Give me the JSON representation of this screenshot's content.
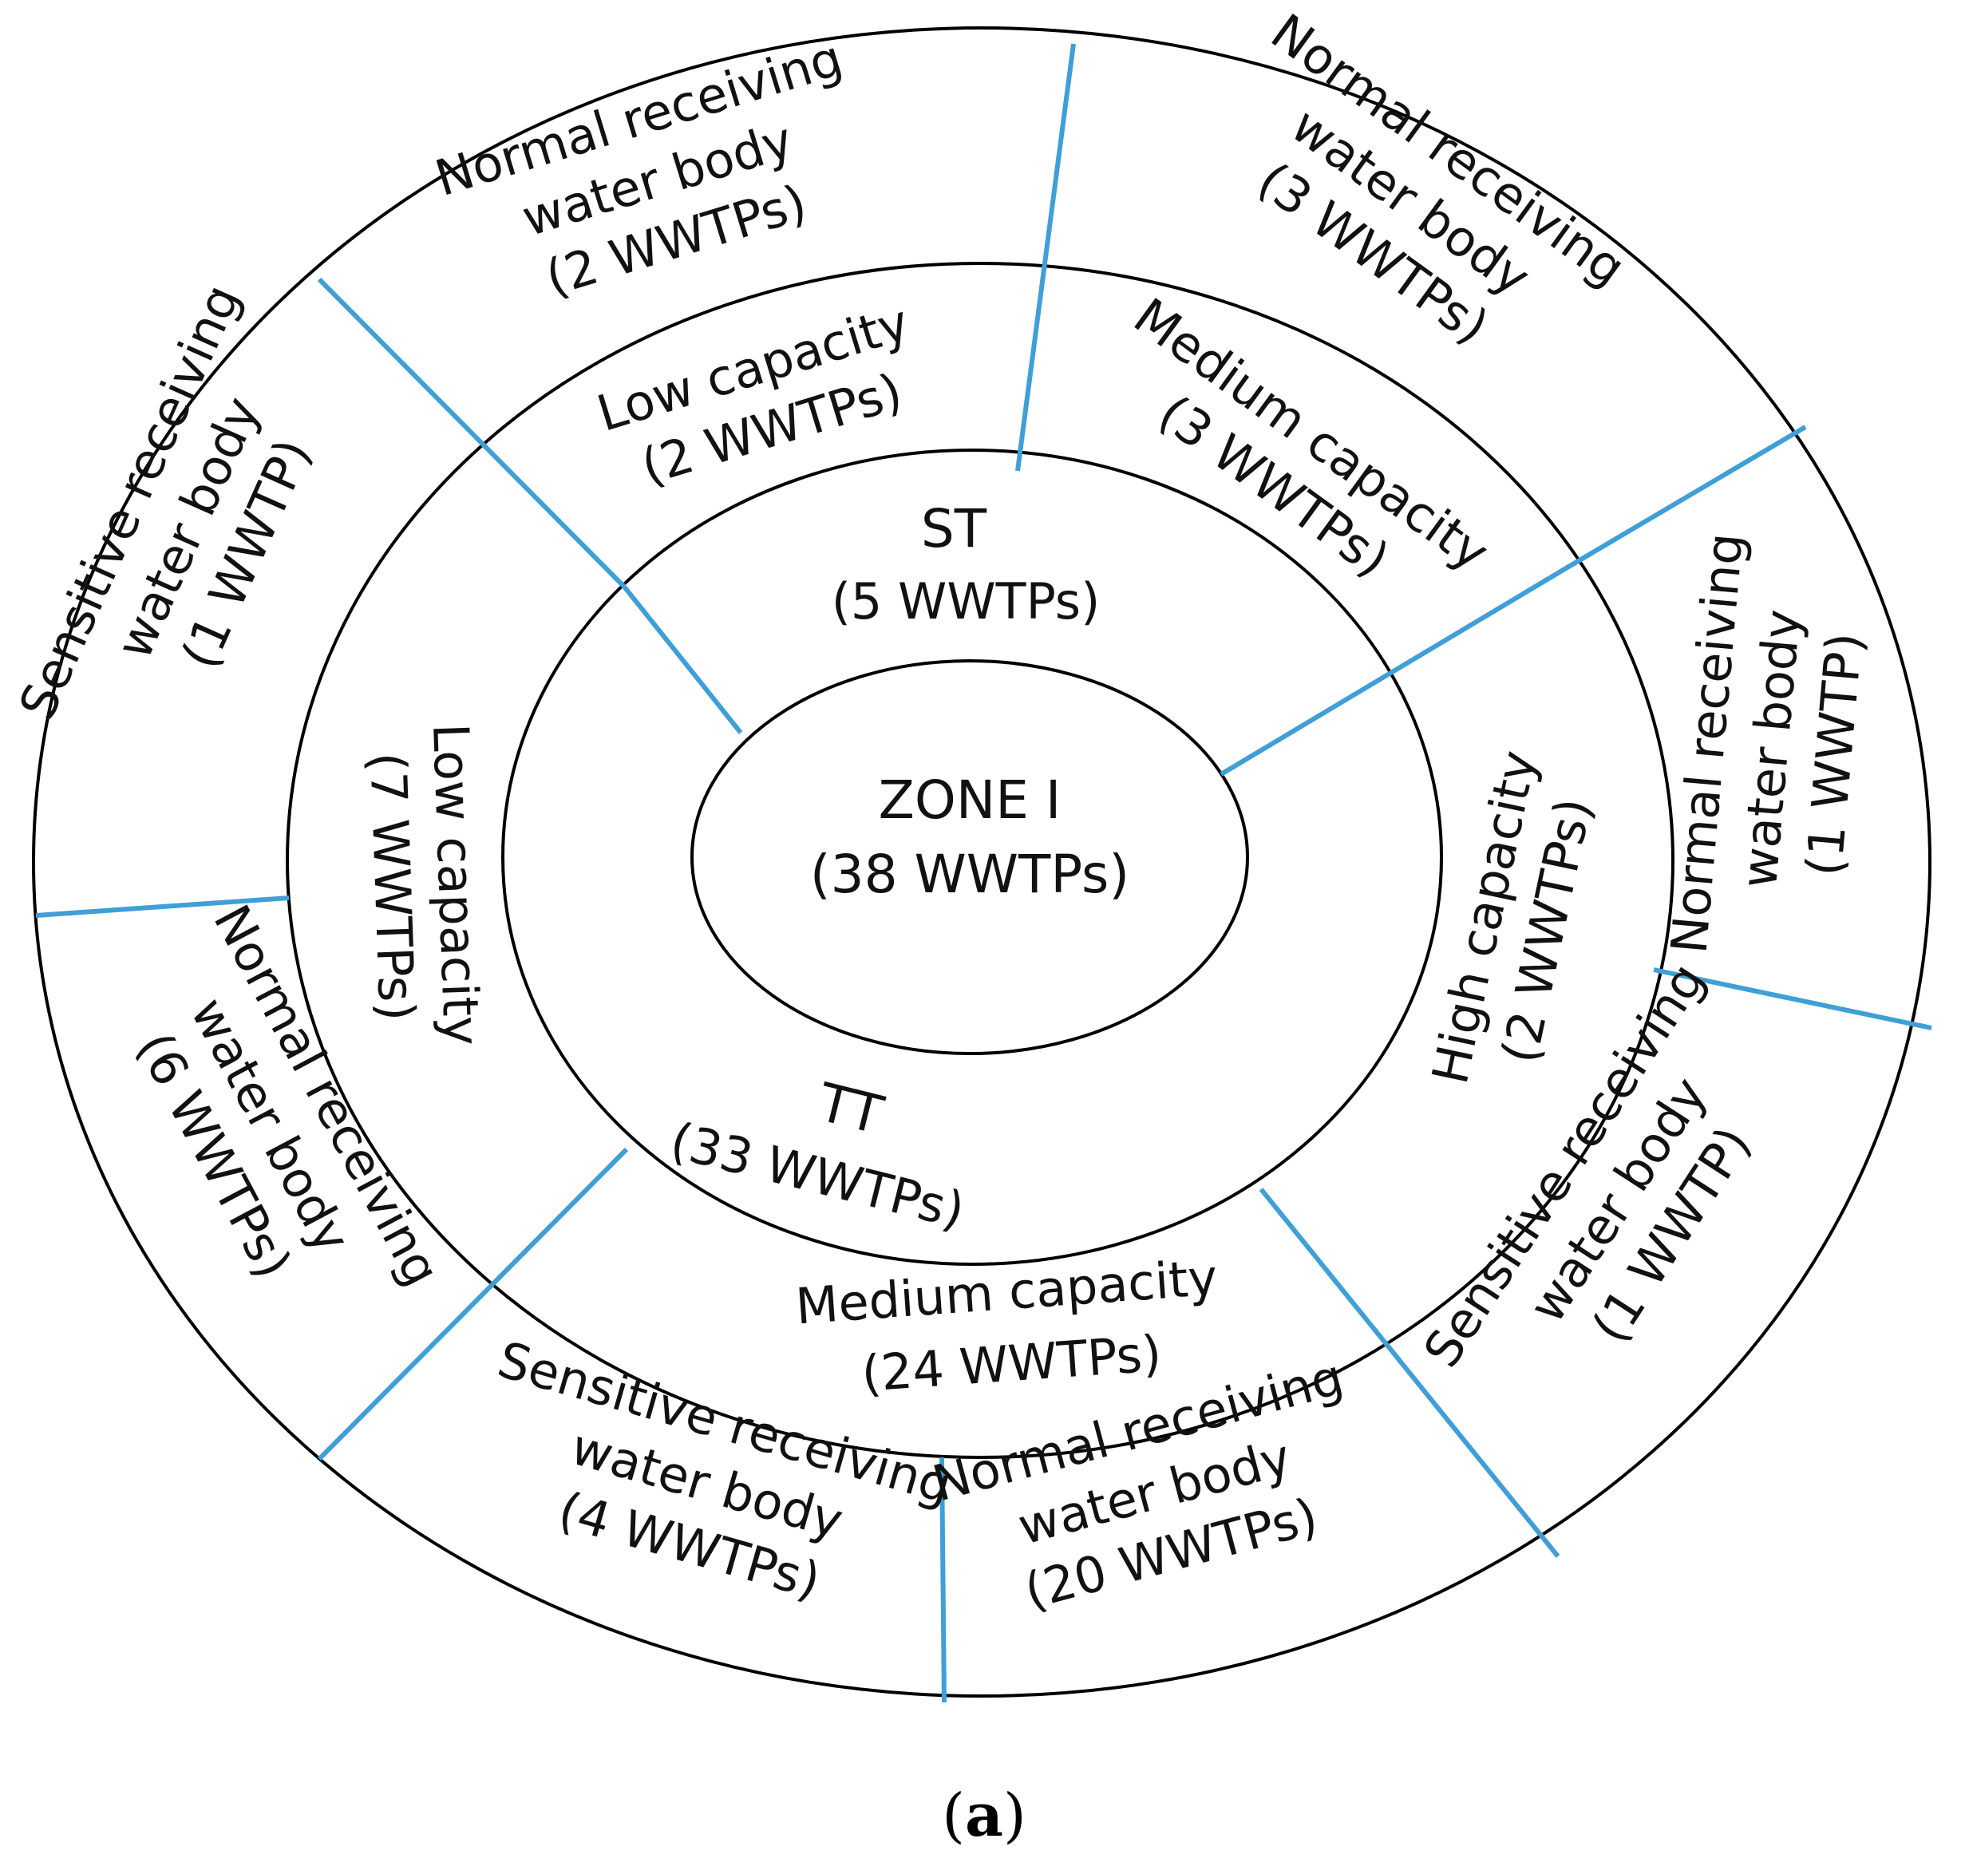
{
  "colors": {
    "ring_stroke": "#000000",
    "divider": "#3f9fd6",
    "text": "#111111"
  },
  "center": {
    "title": "ZONE I",
    "count": "(38 WWTPs)"
  },
  "treatment": [
    {
      "name": "ST",
      "count": "(5 WWTPs)"
    },
    {
      "name": "TT",
      "count": "(33 WWTPs)"
    }
  ],
  "capacity": [
    {
      "lines": [
        "Low capacity",
        "(2 WWTPs)"
      ]
    },
    {
      "lines": [
        "Medium capacity",
        "(3 WWTPs)"
      ]
    },
    {
      "lines": [
        "High capacity",
        "(2 WWTPs)"
      ]
    },
    {
      "lines": [
        "Medium capacity",
        "(24 WWTPs)"
      ]
    },
    {
      "lines": [
        "Low capacity",
        "(7 WWTPs)"
      ]
    }
  ],
  "receiving": [
    {
      "lines": [
        "Normal receiving",
        "water body",
        "(2 WWTPs)"
      ]
    },
    {
      "lines": [
        "Normal receiving",
        "water body",
        "(3 WWTPs)"
      ]
    },
    {
      "lines": [
        "Normal receiving",
        "water body",
        "(1 WWTP)"
      ]
    },
    {
      "lines": [
        "Sensitive receiving",
        "water body",
        "(1 WWTP)"
      ]
    },
    {
      "lines": [
        "Normal receiving",
        "water body",
        "(20 WWTPs)"
      ]
    },
    {
      "lines": [
        "Sensitive receiving",
        "water body",
        "(4 WWTPs)"
      ]
    },
    {
      "lines": [
        "Normal receiving",
        "water body",
        "(6 WWTPs)"
      ]
    },
    {
      "lines": [
        "Sensitive receiving",
        "water body",
        "(1 WWTP)"
      ]
    }
  ],
  "caption": {
    "open": "(",
    "letter": "a",
    "close": ")"
  }
}
